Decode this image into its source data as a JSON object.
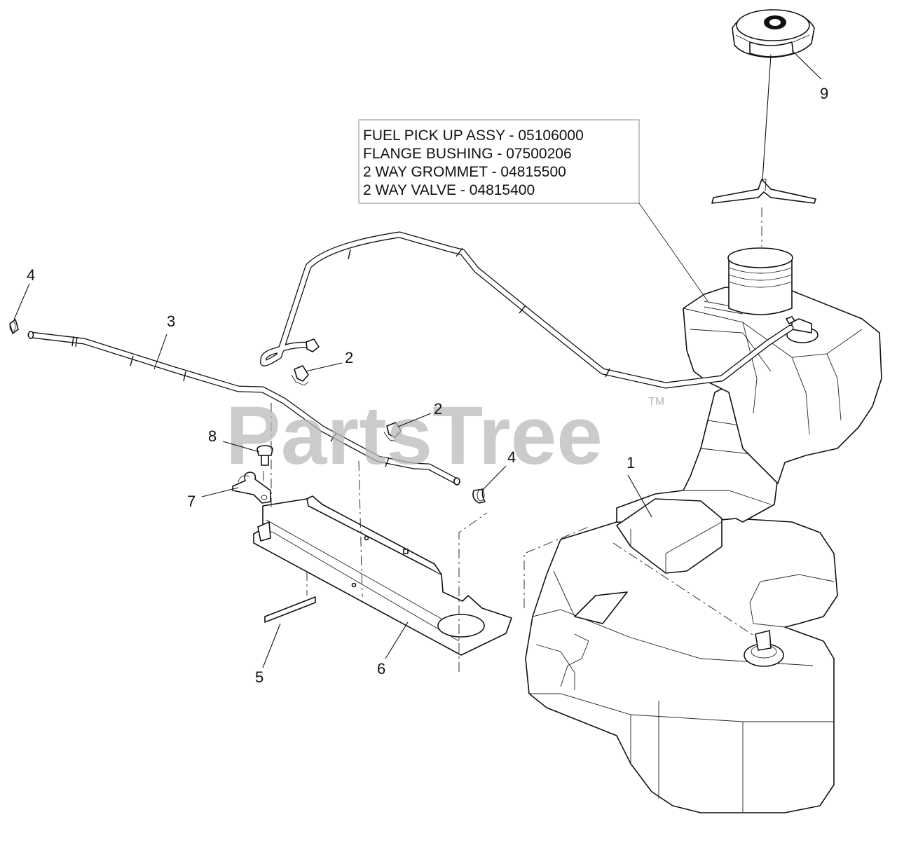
{
  "watermark": {
    "text": "PartsTree",
    "trademark": "TM"
  },
  "note": {
    "lines": [
      "FUEL PICK UP ASSY - 05106000",
      "FLANGE BUSHING - 07500206",
      "2 WAY GROMMET - 04815500",
      "2 WAY VALVE - 04815400"
    ]
  },
  "callouts": {
    "fuel_tank": "1",
    "clip_upper": "2",
    "clip_lower": "2",
    "fuel_hose": "3",
    "hose_clamp_left": "4",
    "hose_clamp_right": "4",
    "pad": "5",
    "tank_bracket": "6",
    "hose_clip": "7",
    "fastener": "8",
    "fuel_cap": "9"
  }
}
